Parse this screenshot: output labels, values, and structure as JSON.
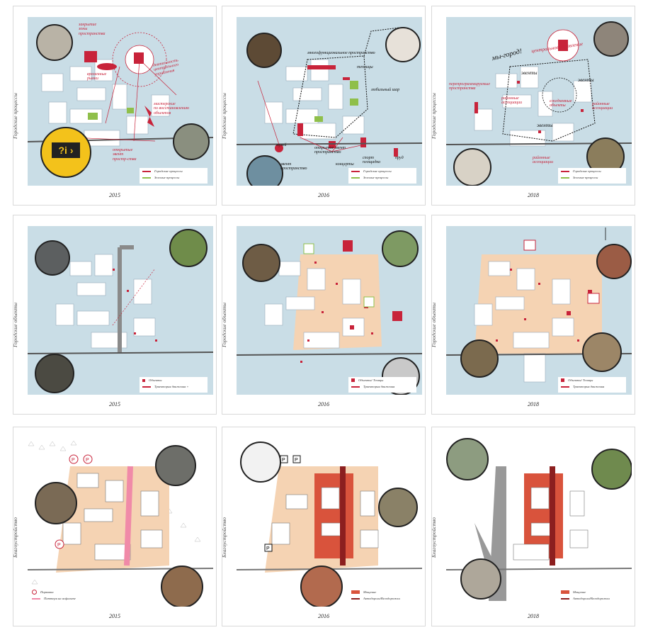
{
  "legend_labels": {
    "urban_processes": "Городские процессы",
    "green_processes": "Зеленые процессы",
    "objects": "Объекты",
    "objects_hotspots": "Объекты/ Точицы",
    "movement_trajectory": "Траектория движения",
    "parking": "Парковка",
    "asphalt_pattern": "Паттерн на асфальте",
    "paving": "Мощение",
    "roads_bikes": "Автодороги/Велодорожки"
  },
  "panels": [
    {
      "side": "Городские процессы",
      "year": "2015",
      "legend_title": "Городские процессы",
      "labels": {
        "a": "закрытие\nзоны\nпространства",
        "b": "временные\nрынки",
        "c": "деятельность\nцентрального\nуправления",
        "d": "мастерские\nпо восстановлению\nобъектов",
        "e": "открытые\nэвент\nпростр-ства"
      }
    },
    {
      "side": "Городские процессы",
      "year": "2016",
      "labels": {
        "a": "многофункциональное\nпространство",
        "b": "теплицы",
        "c": "мобильный шар",
        "d": "музей",
        "e": "открытое эвент\nпространство",
        "f": "спорт\nплощадка",
        "g": "пруд",
        "h": "эвент\nпространство",
        "i": "концерты"
      }
    },
    {
      "side": "Городские процессы",
      "year": "2018",
      "labels": {
        "a": "мы-город!",
        "b": "центральное управление",
        "c": "эвенты",
        "d": "перепрограммируемые\nпространства",
        "e": "районные\nассоциации",
        "f": "ежедневные\nобъекты",
        "g": "районные\nассоциации",
        "h": "эвенты",
        "i": "эвенты",
        "j": "районные\nассоциации"
      }
    },
    {
      "side": "Городские объекты",
      "year": "2015",
      "legend_item1": "Объекты",
      "legend_item2": "Траектория движения +"
    },
    {
      "side": "Городские объекты",
      "year": "2016"
    },
    {
      "side": "Городские объекты",
      "year": "2018"
    },
    {
      "side": "Благоустройство",
      "year": "2015"
    },
    {
      "side": "Благоустройство",
      "year": "2016"
    },
    {
      "side": "Благоустройство",
      "year": "2018"
    }
  ],
  "parking_letter": "P",
  "colors": {
    "accent_red": "#c8233a",
    "map_blue": "#c9dde6",
    "paving": "#f5d3b3",
    "brick": "#d9533c",
    "green": "#8fbf4a"
  }
}
